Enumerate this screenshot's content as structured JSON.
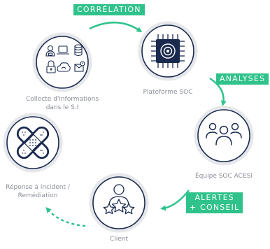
{
  "colors": {
    "accent": "#2fc28b",
    "navy": "#1a2a4f",
    "label_gray": "#8a8f98",
    "ring_gray": "#e6e7ea"
  },
  "nodes": {
    "collecte": {
      "label_line1": "Collecte d'informations",
      "label_line2": "dans le S.I"
    },
    "plateforme": {
      "label": "Plateforme SOC"
    },
    "equipe": {
      "label": "Équipe SOC ACESI"
    },
    "client": {
      "label": "Client"
    },
    "reponse": {
      "label_line1": "Réponse à incident /",
      "label_line2": "Remédiation"
    }
  },
  "badges": {
    "correlation": "CORRÉLATION",
    "analyses": "ANALYSES",
    "alertes_line1": "ALERTES",
    "alertes_line2": "+ CONSEIL"
  }
}
